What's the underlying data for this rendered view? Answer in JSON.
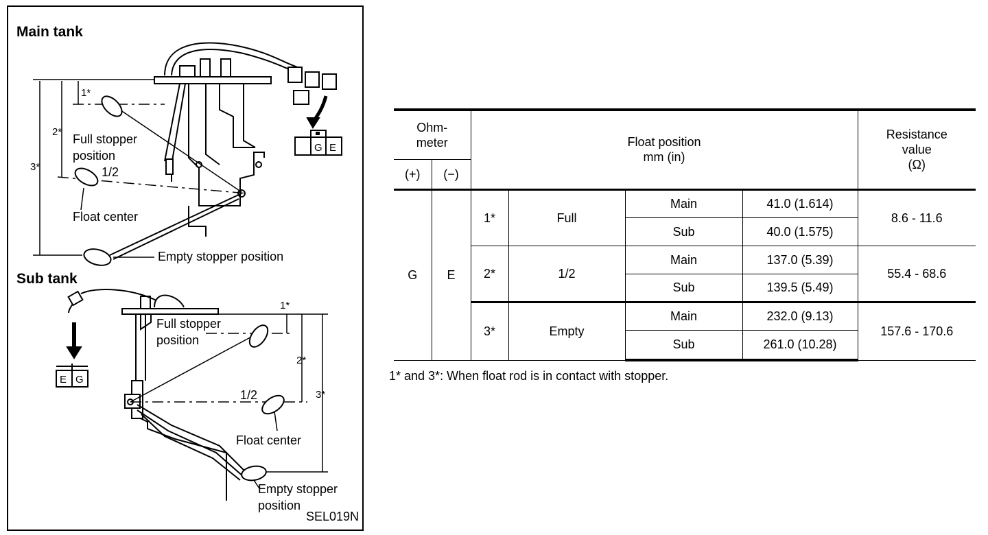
{
  "diagram": {
    "main_tank_title": "Main tank",
    "sub_tank_title": "Sub tank",
    "main_labels": {
      "mark1": "1*",
      "mark2": "2*",
      "mark3": "3*",
      "full_stopper_line1": "Full stopper",
      "full_stopper_line2": "position",
      "half": "1/2",
      "float_center": "Float center",
      "empty_stopper": "Empty stopper position"
    },
    "sub_labels": {
      "mark1": "1*",
      "mark2": "2*",
      "mark3": "3*",
      "full_stopper_line1": "Full stopper",
      "full_stopper_line2": "position",
      "half": "1/2",
      "float_center": "Float center",
      "empty_stopper_line1": "Empty stopper",
      "empty_stopper_line2": "position"
    },
    "main_connector": {
      "top": "▪",
      "g": "G",
      "e": "E"
    },
    "sub_connector": {
      "e": "E",
      "g": "G"
    },
    "figure_code": "SEL019N"
  },
  "table": {
    "ohmmeter_label": "Ohm-\nmeter",
    "plus": "(+)",
    "minus": "(−)",
    "float_position_line1": "Float position",
    "float_position_line2": "mm (in)",
    "resistance_line1": "Resistance",
    "resistance_line2": "value",
    "resistance_line3": "(Ω)",
    "g": "G",
    "e": "E",
    "groups": [
      {
        "mark": "1*",
        "position": "Full",
        "resistance": "8.6 - 11.6",
        "rows": [
          {
            "tank": "Main",
            "value": "41.0 (1.614)"
          },
          {
            "tank": "Sub",
            "value": "40.0 (1.575)"
          }
        ]
      },
      {
        "mark": "2*",
        "position": "1/2",
        "resistance": "55.4 - 68.6",
        "rows": [
          {
            "tank": "Main",
            "value": "137.0 (5.39)"
          },
          {
            "tank": "Sub",
            "value": "139.5 (5.49)"
          }
        ]
      },
      {
        "mark": "3*",
        "position": "Empty",
        "resistance": "157.6 - 170.6",
        "rows": [
          {
            "tank": "Main",
            "value": "232.0 (9.13)"
          },
          {
            "tank": "Sub",
            "value": "261.0 (10.28)"
          }
        ]
      }
    ],
    "footnote": "1* and 3*: When float rod is in contact with stopper."
  }
}
